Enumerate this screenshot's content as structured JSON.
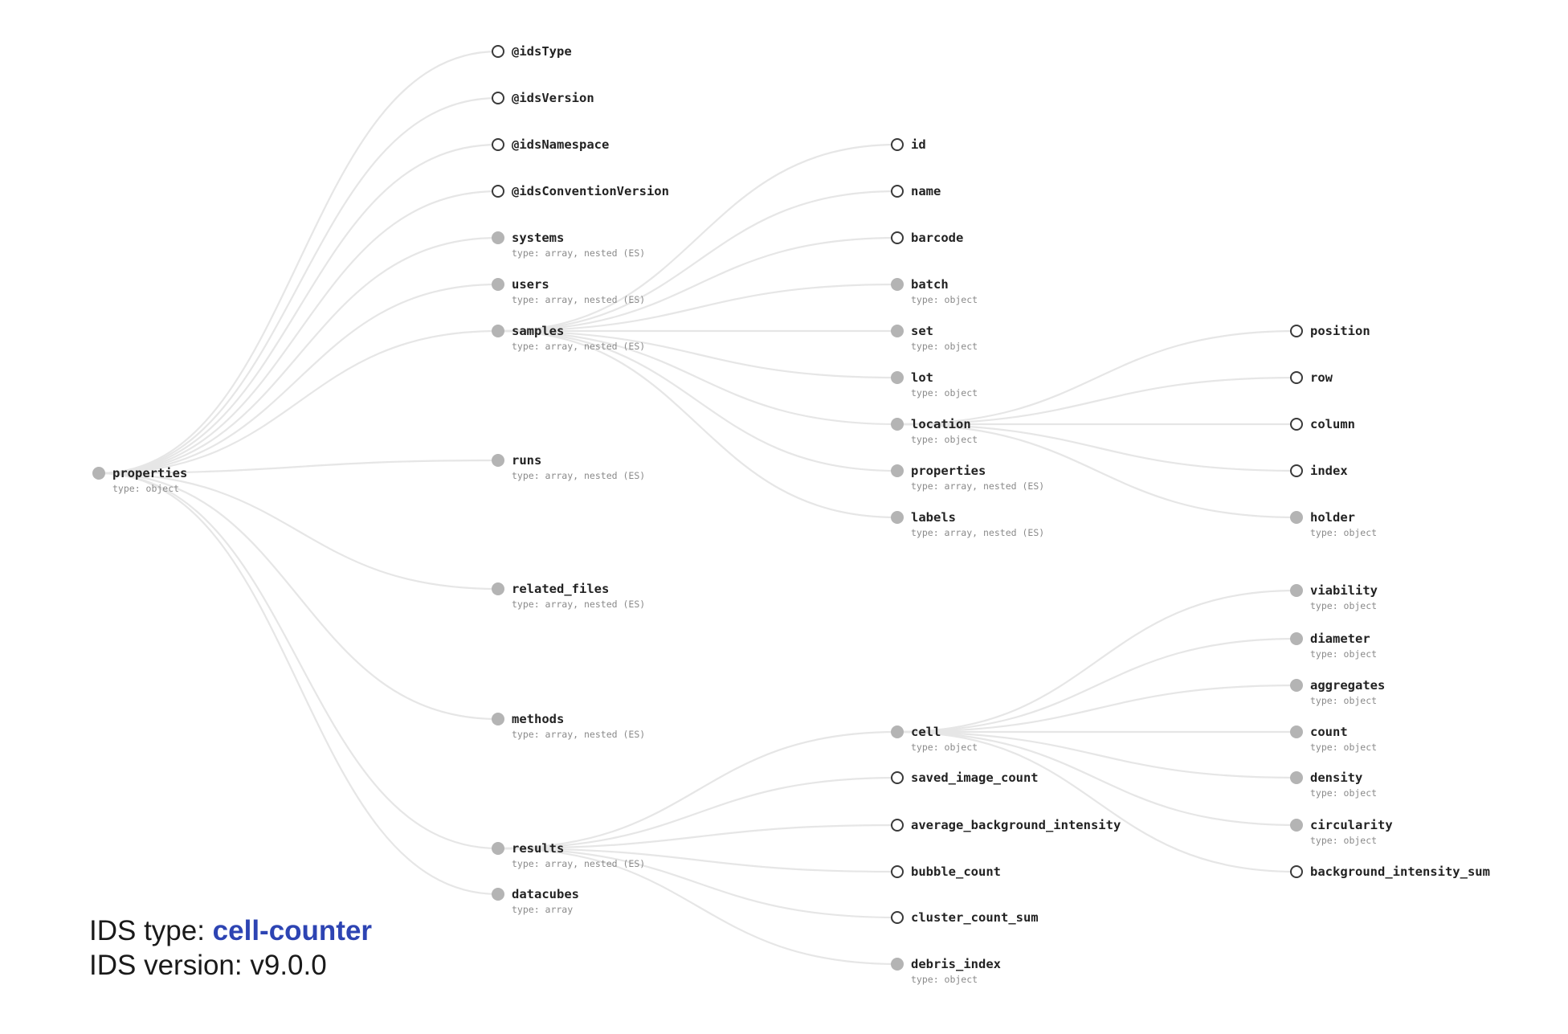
{
  "footer": {
    "type_label": "IDS type: ",
    "type_value": "cell-counter",
    "version_label": "IDS version: ",
    "version_value": "v9.0.0"
  },
  "colors": {
    "accent": "#2d44b3",
    "link": "#e6e6e6",
    "node_filled": "#b4b4b4",
    "node_hollow_stroke": "#3a3a3a"
  },
  "tree": {
    "id": "properties",
    "label": "properties",
    "sub": "type: object",
    "filled": true,
    "children": [
      {
        "id": "idsType",
        "label": "@idsType",
        "filled": false
      },
      {
        "id": "idsVersion",
        "label": "@idsVersion",
        "filled": false
      },
      {
        "id": "idsNamespace",
        "label": "@idsNamespace",
        "filled": false
      },
      {
        "id": "idsConventionVersion",
        "label": "@idsConventionVersion",
        "filled": false
      },
      {
        "id": "systems",
        "label": "systems",
        "sub": "type: array, nested (ES)",
        "filled": true
      },
      {
        "id": "users",
        "label": "users",
        "sub": "type: array, nested (ES)",
        "filled": true
      },
      {
        "id": "samples",
        "label": "samples",
        "sub": "type: array, nested (ES)",
        "filled": true,
        "children": [
          {
            "id": "s-id",
            "label": "id",
            "filled": false
          },
          {
            "id": "s-name",
            "label": "name",
            "filled": false
          },
          {
            "id": "s-barcode",
            "label": "barcode",
            "filled": false
          },
          {
            "id": "s-batch",
            "label": "batch",
            "sub": "type: object",
            "filled": true
          },
          {
            "id": "s-set",
            "label": "set",
            "sub": "type: object",
            "filled": true
          },
          {
            "id": "s-lot",
            "label": "lot",
            "sub": "type: object",
            "filled": true
          },
          {
            "id": "s-location",
            "label": "location",
            "sub": "type: object",
            "filled": true,
            "children": [
              {
                "id": "l-position",
                "label": "position",
                "filled": false
              },
              {
                "id": "l-row",
                "label": "row",
                "filled": false
              },
              {
                "id": "l-column",
                "label": "column",
                "filled": false
              },
              {
                "id": "l-index",
                "label": "index",
                "filled": false
              },
              {
                "id": "l-holder",
                "label": "holder",
                "sub": "type: object",
                "filled": true
              }
            ]
          },
          {
            "id": "s-properties",
            "label": "properties",
            "sub": "type: array, nested (ES)",
            "filled": true
          },
          {
            "id": "s-labels",
            "label": "labels",
            "sub": "type: array, nested (ES)",
            "filled": true
          }
        ]
      },
      {
        "id": "runs",
        "label": "runs",
        "sub": "type: array, nested (ES)",
        "filled": true
      },
      {
        "id": "related_files",
        "label": "related_files",
        "sub": "type: array, nested (ES)",
        "filled": true
      },
      {
        "id": "methods",
        "label": "methods",
        "sub": "type: array, nested (ES)",
        "filled": true
      },
      {
        "id": "results",
        "label": "results",
        "sub": "type: array, nested (ES)",
        "filled": true,
        "children": [
          {
            "id": "r-cell",
            "label": "cell",
            "sub": "type: object",
            "filled": true,
            "children": [
              {
                "id": "c-viability",
                "label": "viability",
                "sub": "type: object",
                "filled": true
              },
              {
                "id": "c-diameter",
                "label": "diameter",
                "sub": "type: object",
                "filled": true
              },
              {
                "id": "c-aggregates",
                "label": "aggregates",
                "sub": "type: object",
                "filled": true
              },
              {
                "id": "c-count",
                "label": "count",
                "sub": "type: object",
                "filled": true
              },
              {
                "id": "c-density",
                "label": "density",
                "sub": "type: object",
                "filled": true
              },
              {
                "id": "c-circularity",
                "label": "circularity",
                "sub": "type: object",
                "filled": true
              },
              {
                "id": "c-background",
                "label": "background_intensity_sum",
                "filled": false
              }
            ]
          },
          {
            "id": "r-saved",
            "label": "saved_image_count",
            "filled": false
          },
          {
            "id": "r-avgbg",
            "label": "average_background_intensity",
            "filled": false
          },
          {
            "id": "r-bubble",
            "label": "bubble_count",
            "filled": false
          },
          {
            "id": "r-cluster",
            "label": "cluster_count_sum",
            "filled": false
          },
          {
            "id": "r-debris",
            "label": "debris_index",
            "sub": "type: object",
            "filled": true
          }
        ]
      },
      {
        "id": "datacubes",
        "label": "datacubes",
        "sub": "type: array",
        "filled": true
      }
    ]
  }
}
